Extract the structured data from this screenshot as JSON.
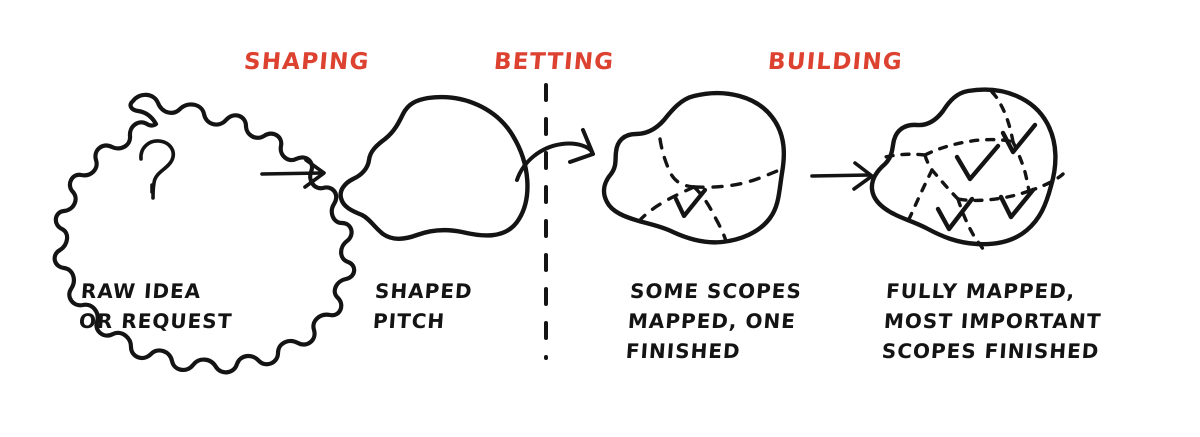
{
  "diagram": {
    "title_hidden": "",
    "background_color": "#ffffff",
    "ink_color": "#141414",
    "accent_color": "#dd4130",
    "phases": [
      {
        "id": "shaping",
        "label": "SHAPING"
      },
      {
        "id": "betting",
        "label": "BETTING"
      },
      {
        "id": "building",
        "label": "BUILDING"
      }
    ],
    "stages": [
      {
        "id": "raw-idea",
        "caption": "RAW IDEA\nOR REQUEST",
        "shape": "wavy-cloud-blob",
        "inner_mark": "?",
        "scopes_mapped": 0,
        "scopes_finished": 0
      },
      {
        "id": "shaped-pitch",
        "caption": "SHAPED\nPITCH",
        "shape": "smooth-blob",
        "inner_mark": "",
        "scopes_mapped": 0,
        "scopes_finished": 0
      },
      {
        "id": "some-scopes",
        "caption": "SOME SCOPES\nMAPPED, ONE\nFINISHED",
        "shape": "blob-with-partial-scope-lines",
        "inner_mark": "",
        "scopes_mapped": 3,
        "scopes_finished": 1
      },
      {
        "id": "fully-mapped",
        "caption": "FULLY MAPPED,\nMOST IMPORTANT\nSCOPES FINISHED",
        "shape": "blob-with-full-scope-lines",
        "inner_mark": "",
        "scopes_mapped": 6,
        "scopes_finished": 4
      }
    ],
    "connectors": [
      {
        "id": "arrow-1",
        "kind": "straight-arrow",
        "from": "raw-idea",
        "to": "shaped-pitch"
      },
      {
        "id": "arrow-2",
        "kind": "curved-arrow",
        "from": "shaped-pitch",
        "to": "some-scopes"
      },
      {
        "id": "arrow-3",
        "kind": "straight-arrow",
        "from": "some-scopes",
        "to": "fully-mapped"
      }
    ],
    "divider": {
      "id": "betting-divider",
      "kind": "vertical-dashed-line"
    }
  }
}
